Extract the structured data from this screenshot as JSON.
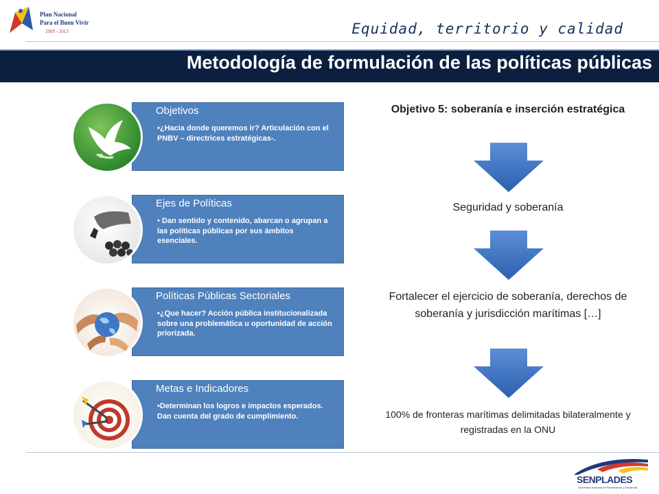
{
  "header": {
    "logo": {
      "line1": "Plan Nacional",
      "line2": "Para el Buen Vivir",
      "years": "2009 - 2013"
    },
    "tagline": "Equidad, territorio y calidad",
    "title": "Metodología de formulación de las políticas públicas"
  },
  "cards": [
    {
      "title": "Objetivos",
      "body": "•¿Hacia donde queremos ir? Articulación con el PNBV – directrices estratégicas-.",
      "icon": "dove-icon"
    },
    {
      "title": "Ejes de Políticas",
      "body": "• Dan sentido y contenido, abarcan o agrupan a las políticas públicas por sus ámbitos esenciales.",
      "icon": "chess-hand-icon"
    },
    {
      "title": "Políticas Públicas Sectoriales",
      "body": "•¿Que hacer? Acción pública institucionalizada  sobre una problemática u oportunidad de acción priorizada.",
      "icon": "globe-hands-icon"
    },
    {
      "title": "Metas e Indicadores",
      "body": "•Determinan los logros e impactos esperados. Dan cuenta del grado de cumplimiento.",
      "icon": "target-icon"
    }
  ],
  "flow": {
    "objective": "Objetivo 5: soberanía e inserción estratégica",
    "axis": "Seguridad y soberanía",
    "policy": "Fortalecer el ejercicio de soberanía, derechos de soberanía y jurisdicción marítimas […]",
    "goal": "100% de fronteras marítimas delimitadas bilateralmente y registradas en la ONU"
  },
  "footer": {
    "logo": "SENPLADES",
    "subtitle": "Secretaría Nacional de Planificación y Desarrollo"
  },
  "colors": {
    "title_bar": "#0d1f3f",
    "card": "#4f81bd",
    "arrow": "#4472c4"
  }
}
